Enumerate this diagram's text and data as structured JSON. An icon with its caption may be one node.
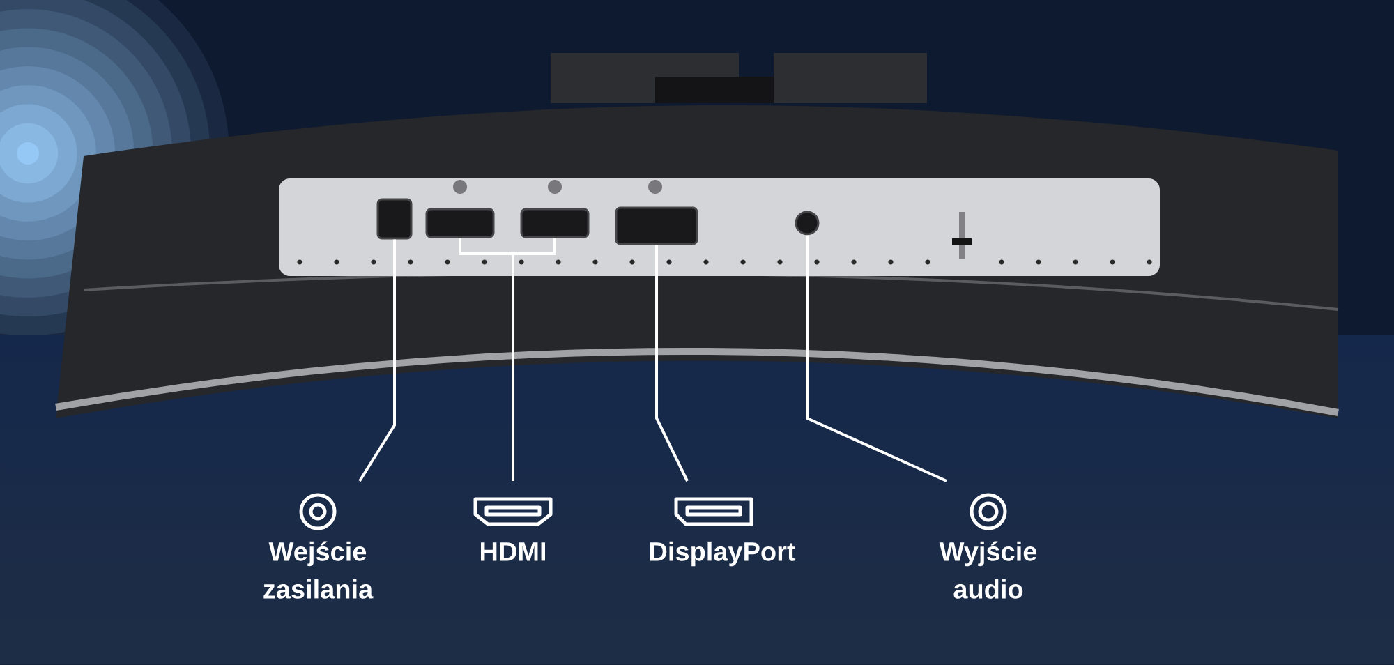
{
  "diagram": {
    "nodes": [
      {
        "text": [
          "Wejście zasilania"
        ]
      },
      {
        "text": [
          "HDMI"
        ]
      },
      {
        "text": [
          "DisplayPort"
        ]
      },
      {
        "text": [
          "Wyjście audio"
        ]
      },
      {
        "text": [],
        "shape": "box"
      },
      {
        "text": [],
        "shape": "box"
      },
      {
        "text": [],
        "shape": "box"
      },
      {
        "text": [],
        "shape": "box"
      },
      {
        "text": [],
        "shape": "circle"
      }
    ],
    "edges": [
      {
        "from": 0,
        "to": 4,
        "arrow": "none"
      },
      {
        "from": 1,
        "to": 5,
        "arrow": "none"
      },
      {
        "from": 1,
        "to": 6,
        "arrow": "none"
      },
      {
        "from": 2,
        "to": 7,
        "arrow": "none"
      },
      {
        "from": 3,
        "to": 8,
        "arrow": "none"
      }
    ]
  }
}
